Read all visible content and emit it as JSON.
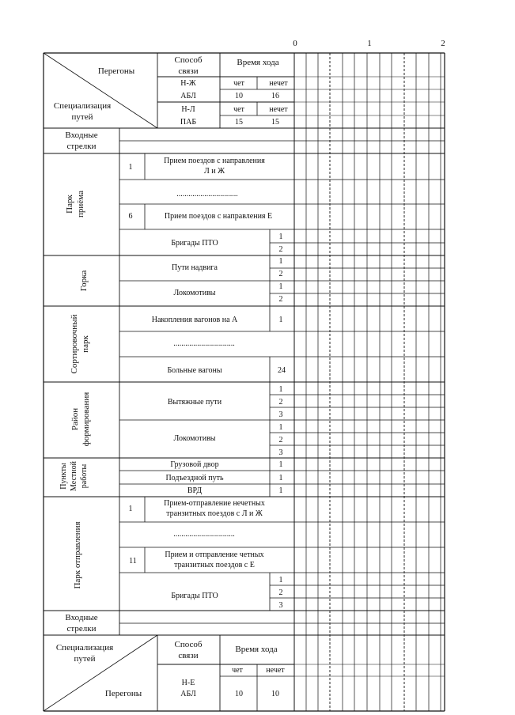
{
  "scale": {
    "t0": "0",
    "t1": "1",
    "t2": "2"
  },
  "header_top": {
    "peregony": "Перегоны",
    "spec": [
      "Специализация",
      "путей"
    ],
    "sposob": [
      "Способ",
      "связи"
    ],
    "vremya": "Время хода",
    "r1_dir": "Н-Ж",
    "r1_chet": "чет",
    "r1_nechet": "нечет",
    "r2_sv": "АБЛ",
    "r2_a": "10",
    "r2_b": "16",
    "r3_dir": "Н-Л",
    "r3_chet": "чет",
    "r3_nechet": "нечет",
    "r4_sv": "ПАБ",
    "r4_a": "15",
    "r4_b": "15"
  },
  "vhodnye_top": [
    "Входные",
    "стрелки"
  ],
  "park_priema": {
    "label": [
      "Парк",
      "приёма"
    ],
    "n1": "1",
    "t1": [
      "Прием поездов с направления",
      "Л и Ж"
    ],
    "dots": "...............................",
    "n6": "6",
    "t6": "Прием поездов с направления Е",
    "brigady": "Бригады ПТО",
    "b1": "1",
    "b2": "2"
  },
  "gorka": {
    "label": "Горка",
    "puti": "Пути надвига",
    "lokomotivy": "Локомотивы",
    "p1": "1",
    "p2": "2",
    "l1": "1",
    "l2": "2"
  },
  "sort_park": {
    "label": [
      "Сортировочный",
      "парк"
    ],
    "nakoplenie": "Накопления вагонов на А",
    "n1": "1",
    "dots": "...............................",
    "bolnye": "Больные вагоны",
    "n24": "24"
  },
  "formirovanie": {
    "label": [
      "Район",
      "формирования"
    ],
    "vytyazhnye": "Вытяжные пути",
    "lokomotivy": "Локомотивы",
    "v1": "1",
    "v2": "2",
    "v3": "3",
    "l1": "1",
    "l2": "2",
    "l3": "3"
  },
  "mestnaya": {
    "label": [
      "Пункты",
      "Местной",
      "работы"
    ],
    "gruzovoy": "Грузовой двор",
    "podezdnoy": "Подъездной путь",
    "vrd": "ВРД",
    "n1": "1",
    "n2": "1",
    "n3": "1"
  },
  "park_otpravleniya": {
    "label": "Парк отправления",
    "n1": "1",
    "t1": [
      "Прием-отправление нечетных",
      "транзитных поездов с Л и Ж"
    ],
    "dots": "...............................",
    "n11": "11",
    "t11": [
      "Прием и отправление четных",
      "транзитных поездов с Е"
    ],
    "brigady": "Бригады ПТО",
    "b1": "1",
    "b2": "2",
    "b3": "3"
  },
  "vhodnye_bottom": [
    "Входные",
    "стрелки"
  ],
  "header_bottom": {
    "spec": [
      "Специализация",
      "путей"
    ],
    "peregony": "Перегоны",
    "sposob": [
      "Способ",
      "связи"
    ],
    "vremya": "Время хода",
    "chet": "чет",
    "nechet": "нечет",
    "dir": "Н-Е",
    "sv": "АБЛ",
    "a": "10",
    "b": "10"
  }
}
